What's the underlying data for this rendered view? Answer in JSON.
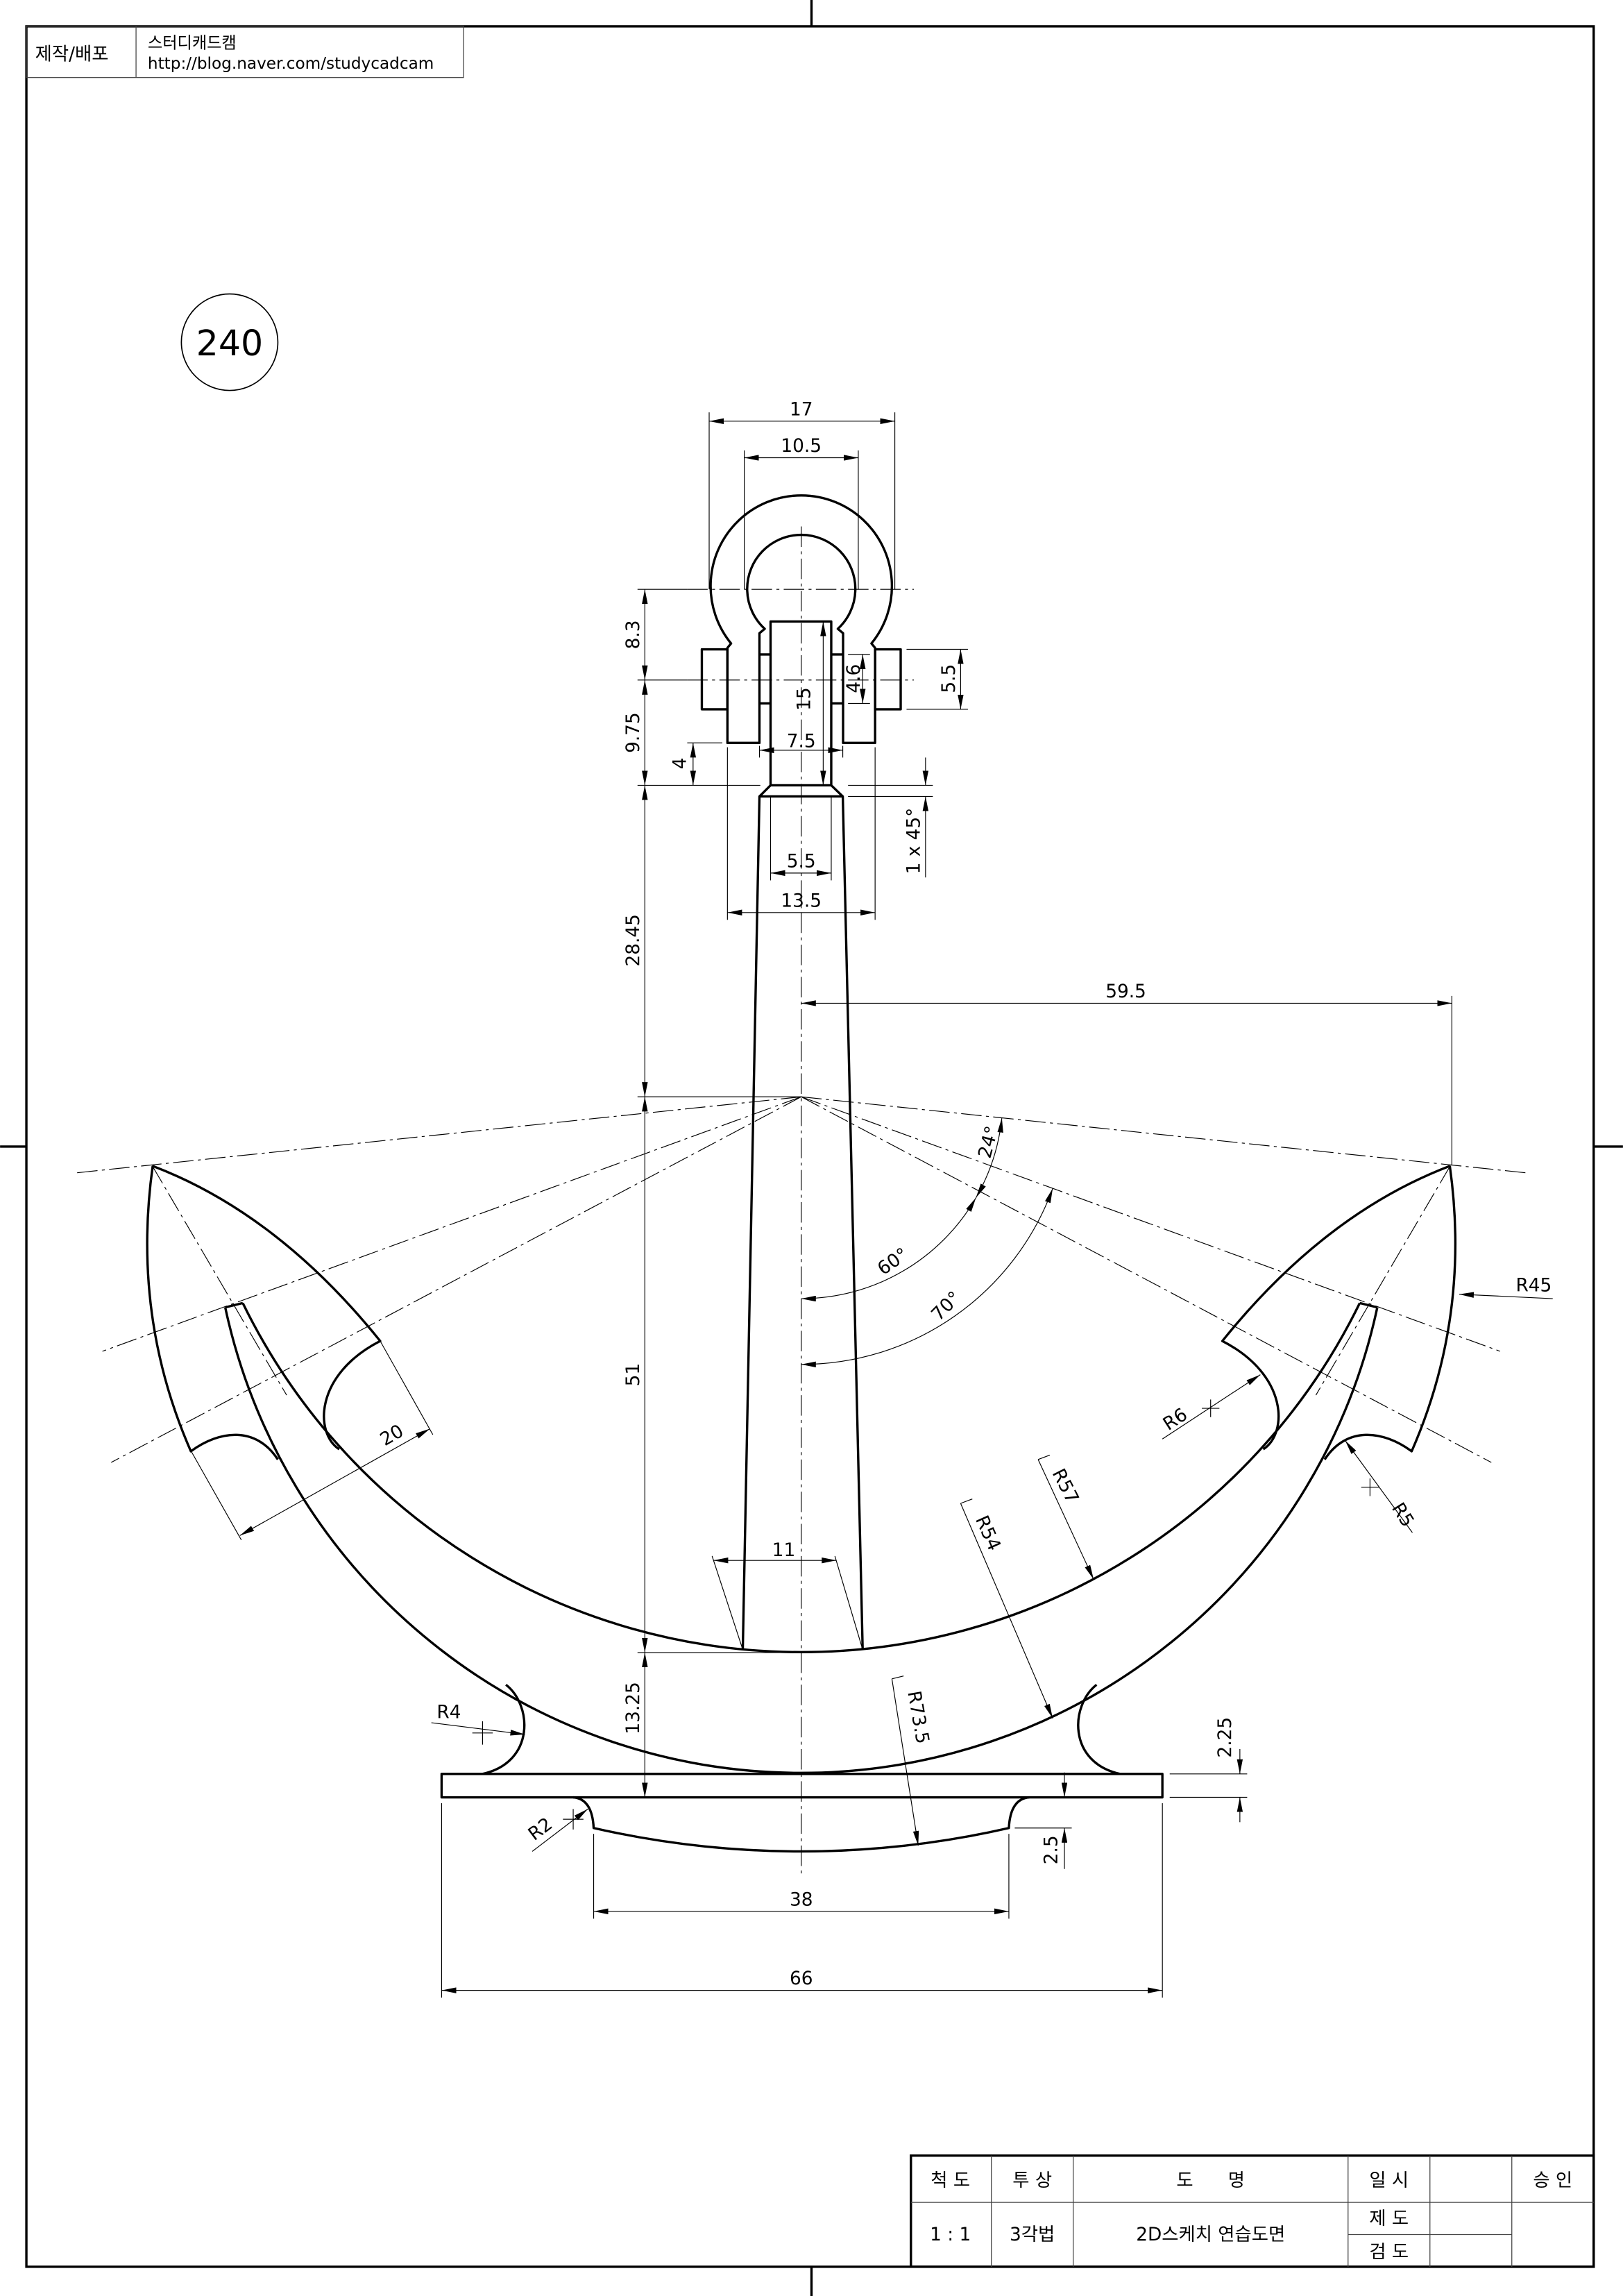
{
  "header": {
    "label": "제작/배포",
    "company": "스터디캐드캠",
    "url": "http://blog.naver.com/studycadcam"
  },
  "drawing_number": "240",
  "dims": {
    "shackle_outer_width": "17",
    "shackle_inner_width": "10.5",
    "shackle_height": "8.3",
    "pin_to_shank": "9.75",
    "leg_gap": "4",
    "shank_top_length": "15",
    "pin_inner": "4.6",
    "pin_outer": "5.5",
    "shank_top_width": "7.5",
    "chamfer": "1 x 45°",
    "shank_neck_width": "5.5",
    "leg_span": "13.5",
    "upper_shank": "28.45",
    "half_span": "59.5",
    "lower_shank": "51",
    "angle_24": "24°",
    "angle_60": "60°",
    "angle_70": "70°",
    "r45": "R45",
    "r6": "R6",
    "r5": "R5",
    "r57": "R57",
    "r54": "R54",
    "r73_5": "R73.5",
    "r4": "R4",
    "r2": "R2",
    "fluke_width": "20",
    "shank_bottom_width": "11",
    "crown_height": "13.25",
    "base_thickness": "2.25",
    "base_recess": "2.5",
    "recess_width": "38",
    "base_width": "66"
  },
  "title_block": {
    "scale_label": "척 도",
    "projection_label": "투 상",
    "name_label": "도      명",
    "date_label": "일 시",
    "approve_label": "승 인",
    "scale_value": "1 : 1",
    "projection_value": "3각법",
    "name_value": "2D스케치 연습도면",
    "drawn_label": "제 도",
    "checked_label": "검 도"
  }
}
